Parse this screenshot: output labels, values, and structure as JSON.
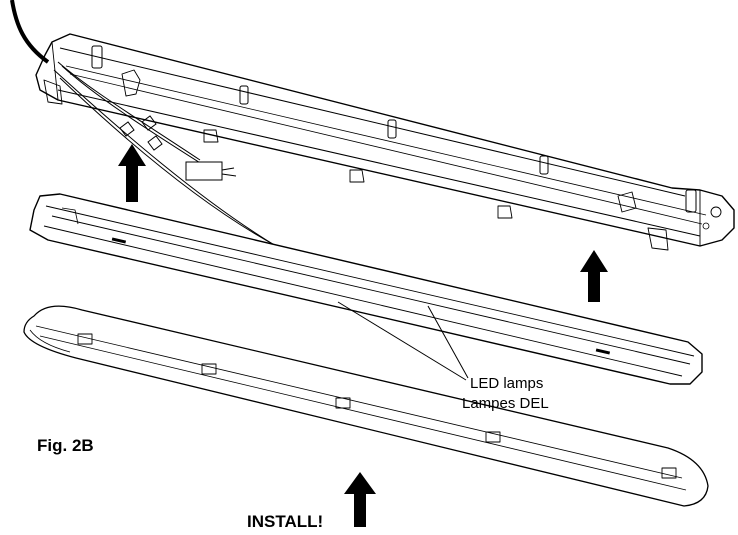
{
  "figure_label": "Fig. 2B",
  "callout": {
    "line1": "LED lamps",
    "line2": "Lampes DEL"
  },
  "install_label": "INSTALL!"
}
